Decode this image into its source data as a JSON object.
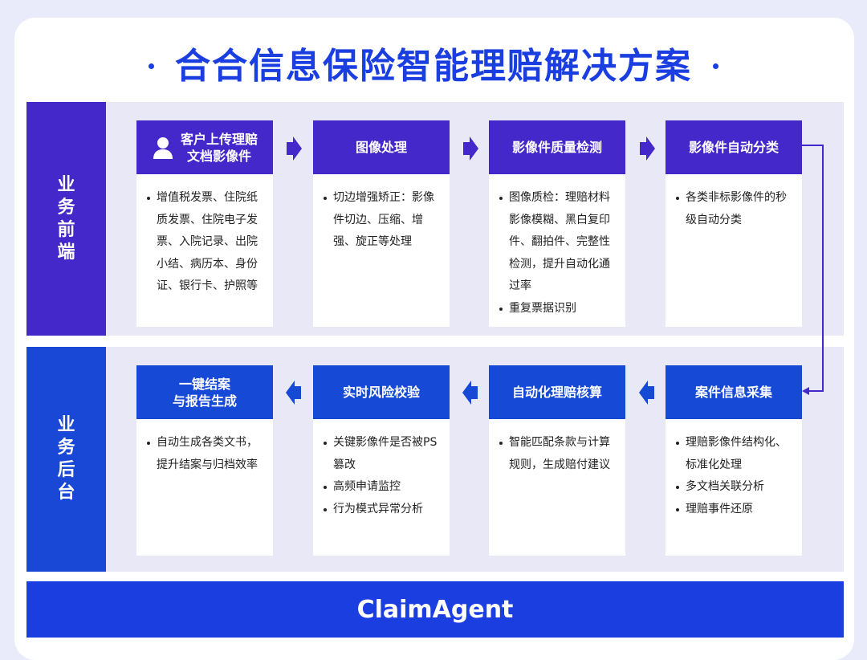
{
  "title": "合合信息保险智能理赔解决方案",
  "sections": {
    "front": "业务前端",
    "back": "业务后台"
  },
  "front_steps": [
    {
      "title": "客户上传理赔\n文档影像件",
      "items": [
        "增值税发票、住院纸质发票、住院电子发票、入院记录、出院小结、病历本、身份证、银行卡、护照等"
      ]
    },
    {
      "title": "图像处理",
      "items": [
        "切边增强矫正：影像件切边、压缩、增强、旋正等处理"
      ]
    },
    {
      "title": "影像件质量检测",
      "items": [
        "图像质检：理赔材料影像模糊、黑白复印件、翻拍件、完整性检测，提升自动化通过率",
        "重复票据识别"
      ]
    },
    {
      "title": "影像件自动分类",
      "items": [
        "各类非标影像件的秒级自动分类"
      ]
    }
  ],
  "back_steps": [
    {
      "title": "一键结案\n与报告生成",
      "items": [
        "自动生成各类文书，提升结案与归档效率"
      ]
    },
    {
      "title": "实时风险校验",
      "items": [
        "关键影像件是否被PS篡改",
        "高频申请监控",
        "行为模式异常分析"
      ]
    },
    {
      "title": "自动化理赔核算",
      "items": [
        "智能匹配条款与计算规则，生成赔付建议"
      ]
    },
    {
      "title": "案件信息采集",
      "items": [
        "理赔影像件结构化、标准化处理",
        "多文档关联分析",
        "理赔事件还原"
      ]
    }
  ],
  "footer": "ClaimAgent",
  "colors": {
    "primary_blue": "#1a3ee0",
    "purple": "#4428c9",
    "header_blue": "#1649d6"
  }
}
